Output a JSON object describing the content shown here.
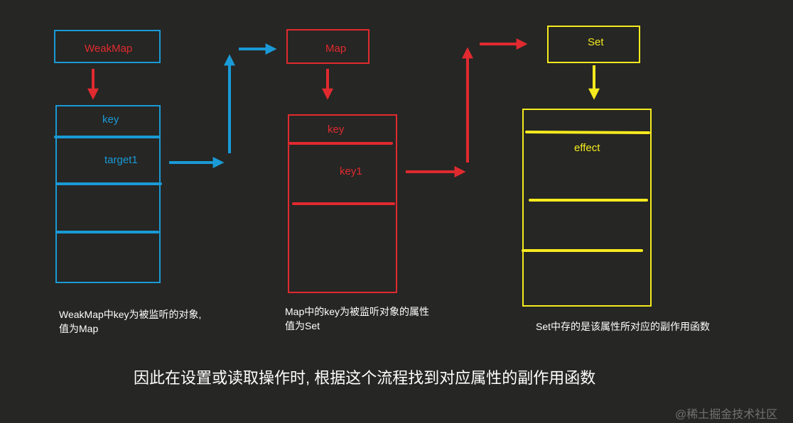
{
  "colors": {
    "background": "#262624",
    "blue": "#1a9ad6",
    "red": "#e02a2f",
    "yellow": "#f5ea1e",
    "white": "#ffffff"
  },
  "weakmap": {
    "title": "WeakMap",
    "key_label": "key",
    "row_label": "target1",
    "note_line1": "WeakMap中key为被监听的对象,",
    "note_line2": "值为Map"
  },
  "map": {
    "title": "Map",
    "key_label": "key",
    "row_label": "key1",
    "note_line1": "Map中的key为被监听对象的属性",
    "note_line2": "值为Set"
  },
  "set": {
    "title": "Set",
    "row_label": "effect",
    "note_line1": "Set中存的是该属性所对应的副作用函数"
  },
  "caption": "因此在设置或读取操作时, 根据这个流程找到对应属性的副作用函数",
  "watermark": "@稀土掘金技术社区"
}
